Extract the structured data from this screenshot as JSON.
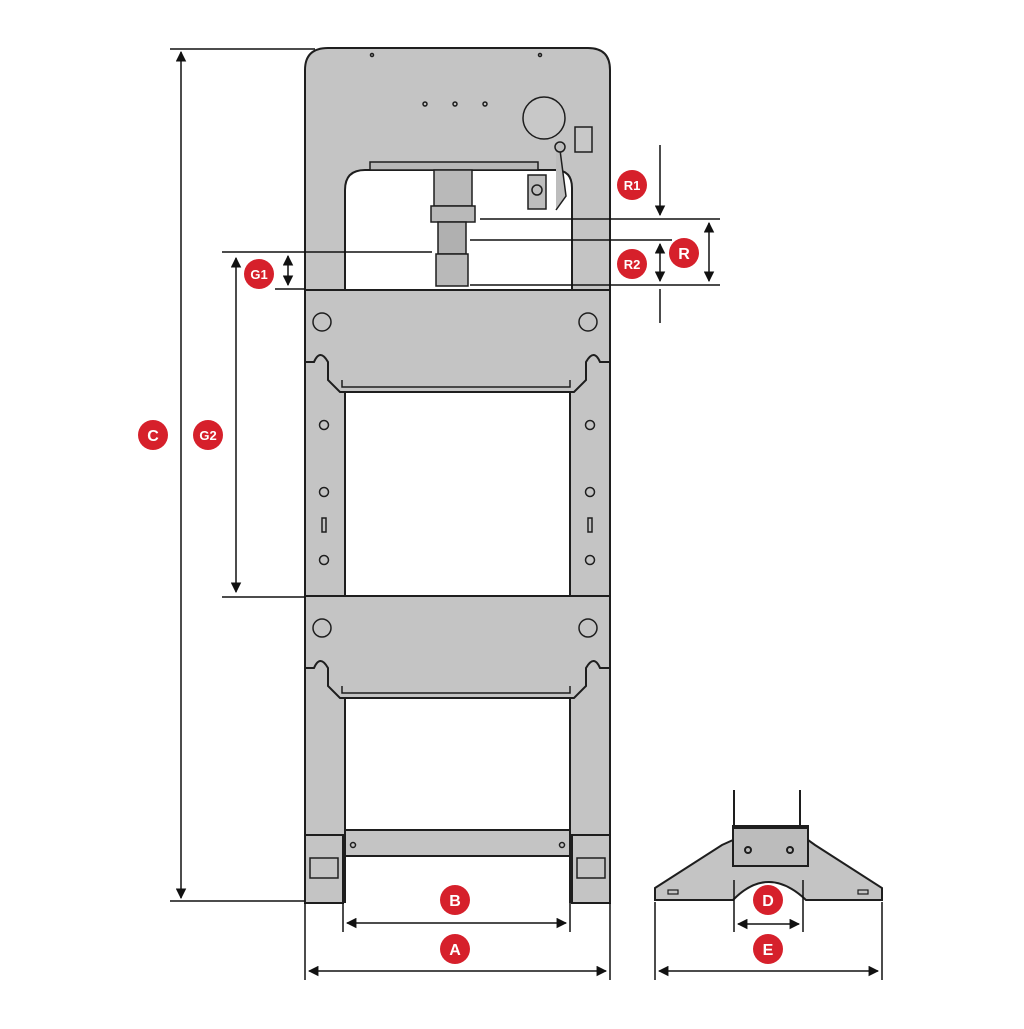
{
  "labels": {
    "A": "A",
    "B": "B",
    "C": "C",
    "D": "D",
    "E": "E",
    "G1": "G1",
    "G2": "G2",
    "R": "R",
    "R1": "R1",
    "R2": "R2"
  },
  "colors": {
    "frame_fill": "#c4c4c4",
    "frame_stroke": "#1e1e1e",
    "badge": "#d6202b",
    "badge_text": "#ffffff",
    "dim_line": "#111111"
  }
}
